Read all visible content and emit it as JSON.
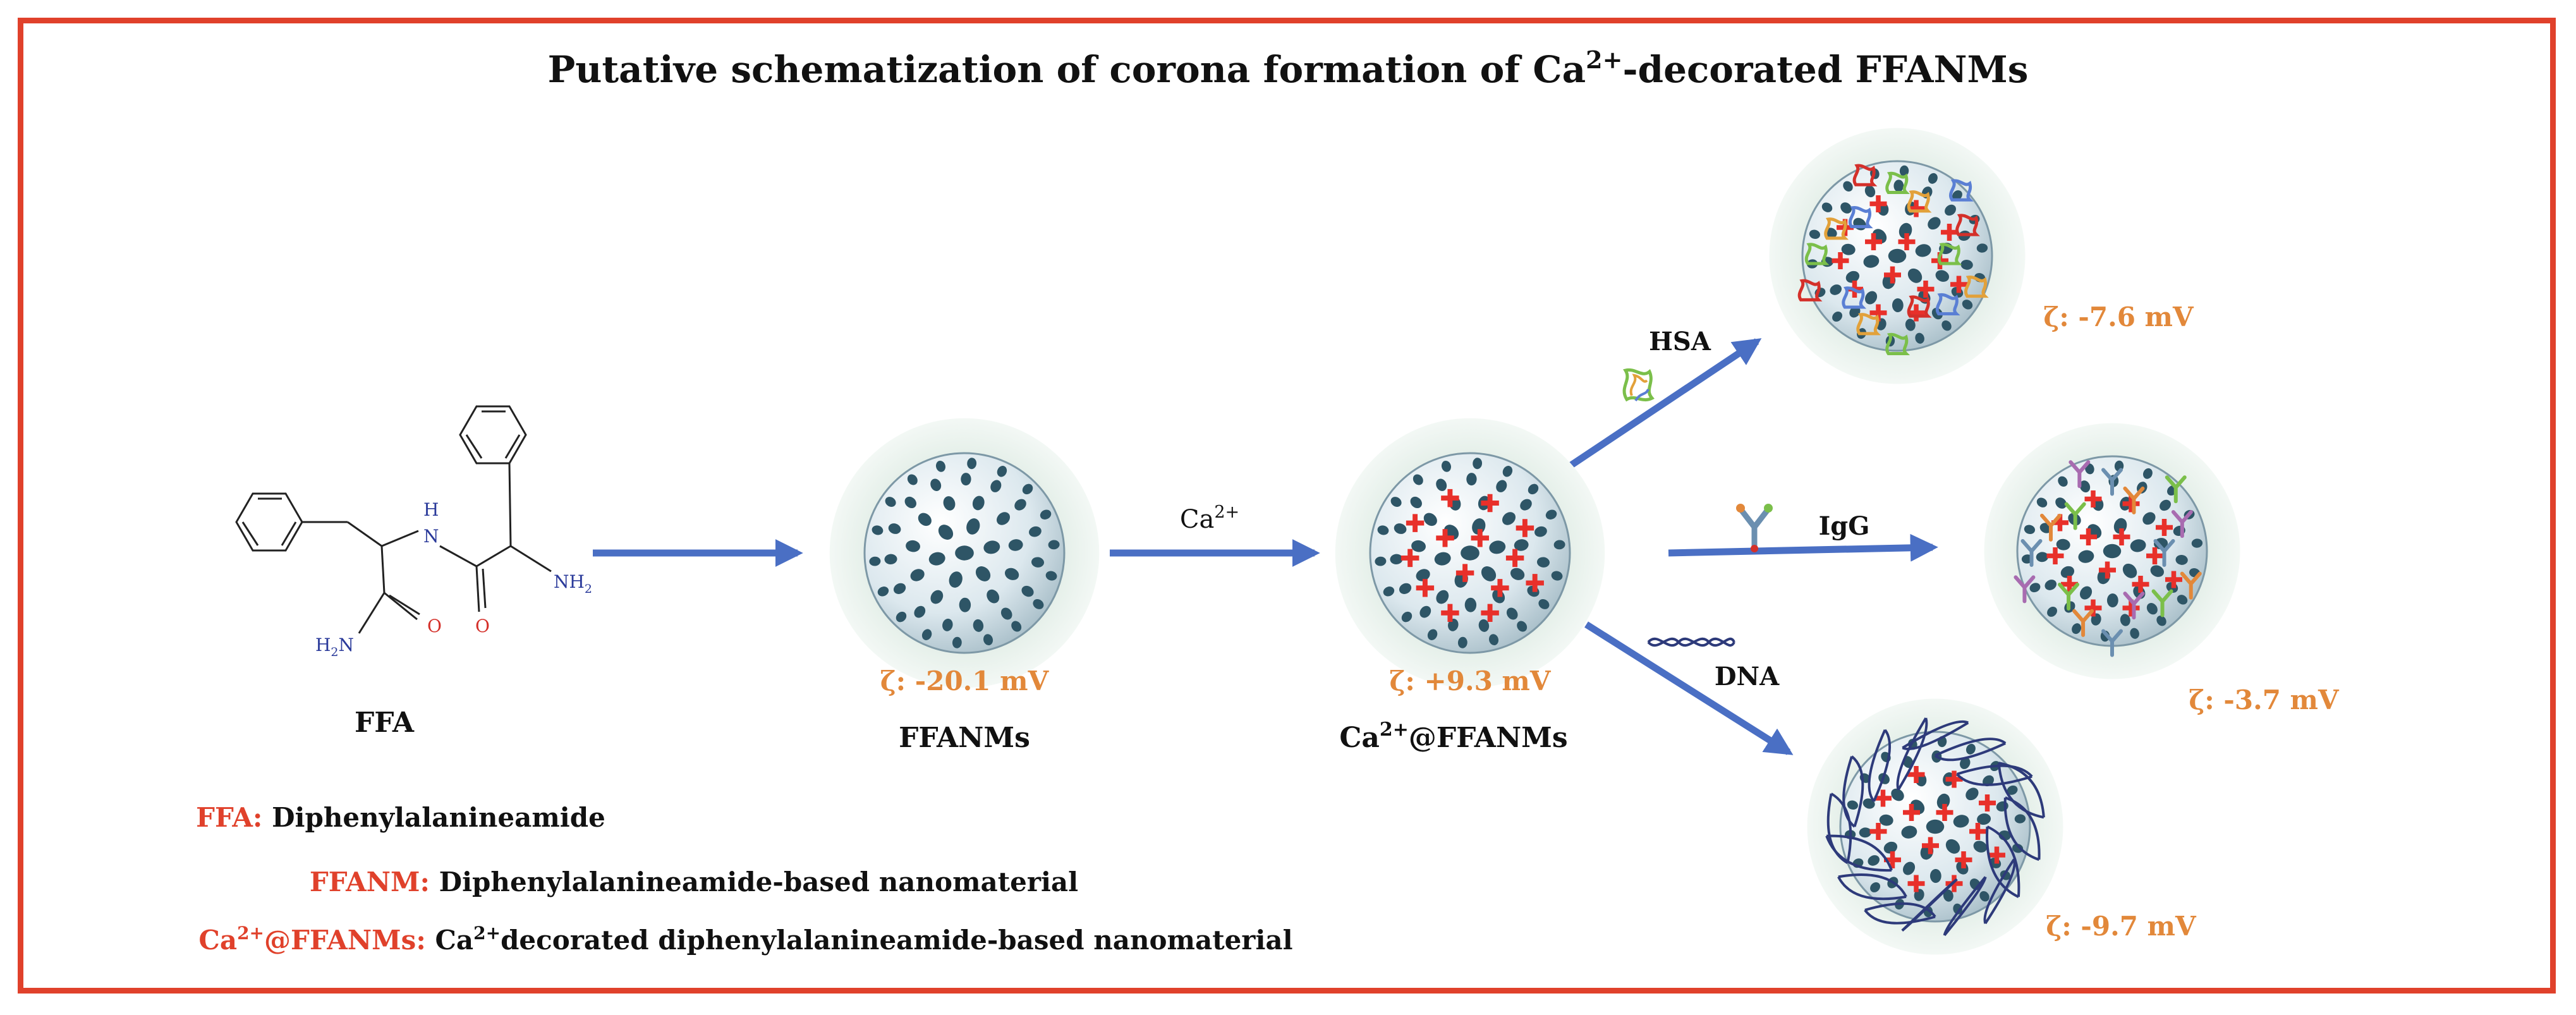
{
  "title": {
    "prefix": "Putative schematization of corona formation of Ca",
    "sup": "2+",
    "suffix": "-decorated FFANMs"
  },
  "molecule": {
    "label": "FFA",
    "atoms": {
      "nh": "H",
      "n": "N",
      "nh2": "NH",
      "nh2_sub": "2",
      "h2n": "H",
      "h2n_sub": "2",
      "h2n_n": "N",
      "o1": "O",
      "o2": "O"
    }
  },
  "step_ffanms": {
    "label": "FFANMs",
    "zeta": "ζ: -20.1 mV"
  },
  "step_ca": {
    "reagent": "Ca",
    "reagent_sup": "2+",
    "label_prefix": "Ca",
    "label_sup": "2+",
    "label_suffix": "@FFANMs",
    "zeta": "ζ: +9.3 mV"
  },
  "branches": {
    "hsa": {
      "label": "HSA",
      "zeta": "ζ: -7.6 mV"
    },
    "igg": {
      "label": "IgG",
      "zeta": "ζ: -3.7 mV"
    },
    "dna": {
      "label": "DNA",
      "zeta": "ζ: -9.7 mV"
    }
  },
  "legend": [
    {
      "term": "FFA:",
      "desc": "Diphenylalanineamide"
    },
    {
      "term": "FFANM:",
      "desc": "Diphenylalanineamide-based nanomaterial"
    },
    {
      "term_prefix": "Ca",
      "term_sup": "2+",
      "term_suffix": "@FFANMs:",
      "desc_prefix": "Ca",
      "desc_sup": "2+",
      "desc_suffix": "decorated diphenylalanineamide-based nanomaterial"
    }
  ],
  "colors": {
    "frame": "#e0412b",
    "arrow": "#4a6fc4",
    "zeta": "#e2883a",
    "term": "#e0412b",
    "plus": "#e8302a",
    "particle": "#dbe7ec",
    "pore": "#2e5566",
    "halo": "#e4efe9"
  }
}
